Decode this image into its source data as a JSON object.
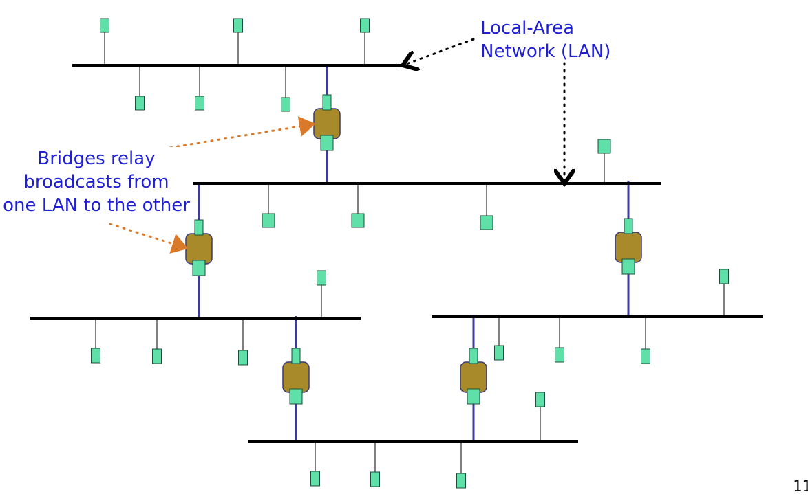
{
  "labels": {
    "lan": [
      "Local-Area",
      "Network (LAN)"
    ],
    "bridges": [
      "Bridges relay",
      "broadcasts from",
      "one LAN to the other"
    ],
    "page_number": "11"
  },
  "colors": {
    "segment": "#000000",
    "host_fill": "#5fe0a8",
    "host_stroke": "#1e4d3a",
    "bridge_fill": "#a88a2a",
    "bridge_stroke": "#3a3a7a",
    "bridge_link": "#3b3ba0",
    "callout_lan": "#000000",
    "callout_bridge": "#d97a2a",
    "text": "#1f1fd6"
  }
}
